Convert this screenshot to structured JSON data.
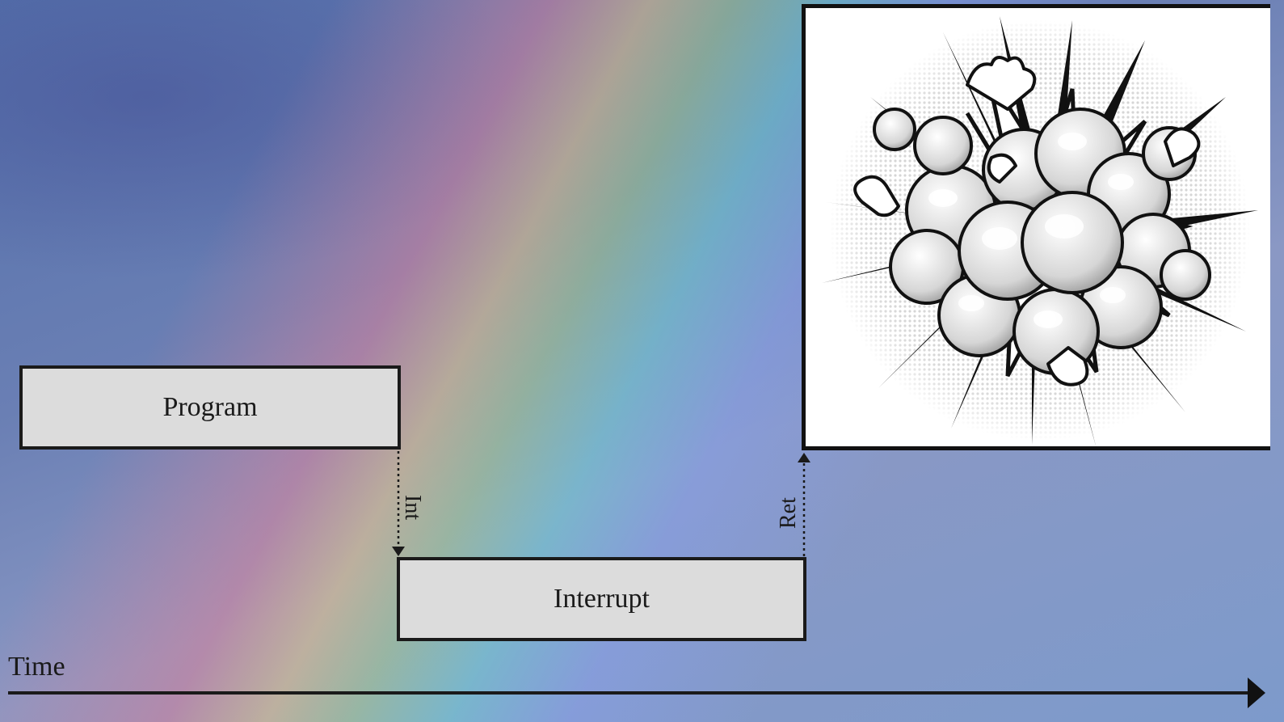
{
  "diagram": {
    "program_label": "Program",
    "interrupt_label": "Interrupt",
    "int_label": "Int",
    "ret_label": "Ret",
    "time_label": "Time"
  },
  "illustration": {
    "icon": "comic-explosion-cloud",
    "frame_color": "#111111",
    "background_color": "#ffffff"
  },
  "colors": {
    "box_fill": "#dcdcdc",
    "box_border": "#1a1a1a",
    "line": "#1a1a1a"
  }
}
